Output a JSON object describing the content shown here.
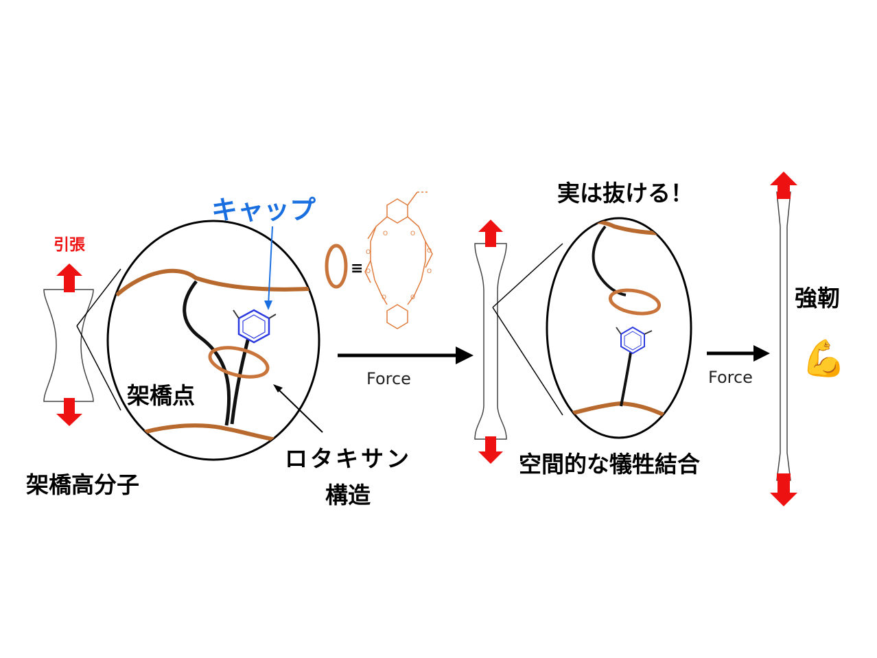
{
  "labels": {
    "tension": "引張",
    "cap": "キャップ",
    "crosslink_point": "架橋点",
    "crosslinked_polymer": "架橋高分子",
    "rotaxane_line1": "ロタキサン",
    "rotaxane_line2": "構造",
    "force_1": "Force",
    "force_2": "Force",
    "actually_slips": "実は抜ける！",
    "spatial_sacrificial_bond": "空間的な犠牲結合",
    "tough": "強靭",
    "equiv": "≡",
    "flex_emoji": "💪"
  },
  "colors": {
    "red_arrow": "#ee1111",
    "tension_text": "#ee1111",
    "cap_text": "#1a6fe0",
    "ring": "#c8743a",
    "polymer_brown": "#b86a2e",
    "benzene_blue": "#2a3ae0",
    "chain_black": "#111111"
  },
  "icons": [
    "double-headed-red-arrow-icon",
    "flexed-biceps-icon",
    "benzene-ring-icon",
    "macrocycle-ring-icon"
  ]
}
